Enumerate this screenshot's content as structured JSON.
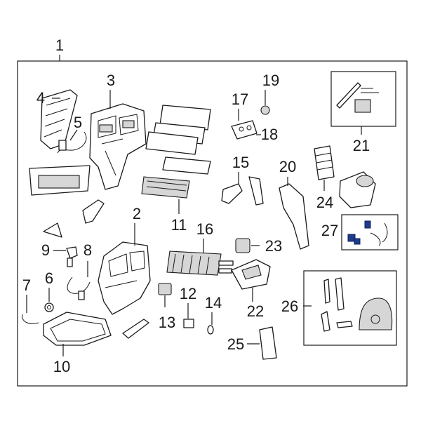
{
  "callouts": {
    "c1": "1",
    "c2": "2",
    "c3": "3",
    "c4": "4",
    "c5": "5",
    "c6": "6",
    "c7": "7",
    "c8": "8",
    "c9": "9",
    "c10": "10",
    "c11": "11",
    "c12": "12",
    "c13": "13",
    "c14": "14",
    "c15": "15",
    "c16": "16",
    "c17": "17",
    "c18": "18",
    "c19": "19",
    "c20": "20",
    "c21": "21",
    "c22": "22",
    "c23": "23",
    "c24": "24",
    "c25": "25",
    "c26": "26",
    "c27": "27"
  },
  "colors": {
    "line": "#1a1a1a",
    "highlight": "#1f3c8c",
    "background": "#ffffff"
  }
}
